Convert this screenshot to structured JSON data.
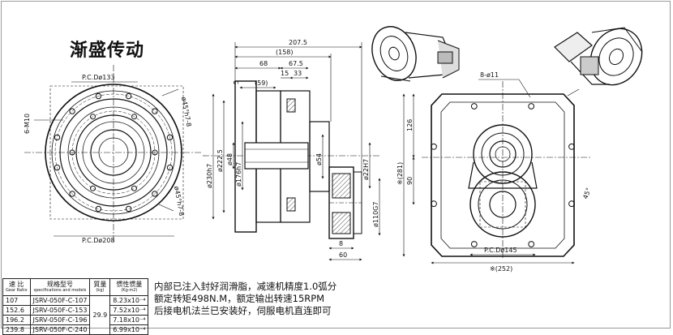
{
  "title": "渐盛传动",
  "dimensions": {
    "pcd133": "P.C.Dø133",
    "pcd208": "P.C.Dø208",
    "m10": "6-M10",
    "hole45a": "ø45°h7-8",
    "hole45b": "ø45°h7-8",
    "d207_5": "207.5",
    "d158": "(158)",
    "d68": "68",
    "d67_5": "67.5",
    "d15": "15",
    "d33": "33",
    "d5": "5",
    "d59": "(59)",
    "d230": "ø230h7",
    "d222_5": "ø222.5",
    "d176": "ø176h7",
    "d48": "ø48",
    "d54": "ø54",
    "d22": "ø22H7",
    "d110": "ø110G7",
    "d8": "8",
    "d60": "60",
    "d8_11": "8-ø11",
    "d126": "126",
    "d281": "※(281)",
    "d90": "90",
    "d45deg": "45°",
    "pcd145": "P.C.Dø145",
    "d252": "※(252)"
  },
  "table": {
    "headers": [
      {
        "main": "速 比",
        "sub": "Gear Ratio"
      },
      {
        "main": "规格型号",
        "sub": "specifications and models"
      },
      {
        "main": "質量",
        "sub": "(kg)"
      },
      {
        "main": "惯性惯量",
        "sub": "(Kg·m2)"
      }
    ],
    "rows": [
      {
        "ratio": "107",
        "model": "JSRV-050F-C-107",
        "inertia": "8.23x10⁻⁴"
      },
      {
        "ratio": "152.6",
        "model": "JSRV-050F-C-153",
        "inertia": "7.52x10⁻⁴"
      },
      {
        "ratio": "196.2",
        "model": "JSRV-050F-C-196",
        "inertia": "7.18x10⁻⁴"
      },
      {
        "ratio": "239.8",
        "model": "JSRV-050F-C-240",
        "inertia": "6.99x10⁻⁴"
      }
    ],
    "mass": "29.9"
  },
  "notes": [
    "内部已注入封好润滑脂，减速机精度1.0弧分",
    "额定转矩498N.M，额定输出转速15RPM",
    "后接电机法兰已安装好，伺服电机直连即可"
  ]
}
